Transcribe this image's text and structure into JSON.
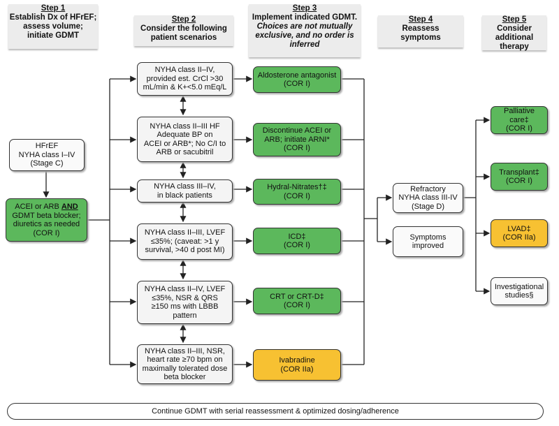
{
  "headers": {
    "step1": {
      "title": "Step 1",
      "line1": "Establish Dx of HFrEF;",
      "line2": "assess volume;",
      "line3": "initiate GDMT"
    },
    "step2": {
      "title": "Step 2",
      "line1": "Consider the following",
      "line2": "patient scenarios"
    },
    "step3": {
      "title": "Step 3",
      "line1": "Implement indicated GDMT.",
      "line2": "Choices are not mutually",
      "line3": "exclusive, and no order is",
      "line4": "inferred"
    },
    "step4": {
      "title": "Step 4",
      "line1": "Reassess",
      "line2": "symptoms"
    },
    "step5": {
      "title": "Step 5",
      "line1": "Consider",
      "line2": "additional",
      "line3": "therapy"
    }
  },
  "step1": {
    "hfref": {
      "l1": "HFrEF",
      "l2": "NYHA class I–IV",
      "l3": "(Stage C)"
    },
    "gdmt": {
      "l1a": "ACEI or ARB ",
      "l1b": "AND",
      "l2": "GDMT beta blocker;",
      "l3": "diuretics as needed",
      "l4": "(COR I)"
    }
  },
  "scenarios": [
    {
      "l1": "NYHA class II–IV,",
      "l2": "provided est. CrCl >30",
      "l3": "mL/min & K+<5.0 mEq/L",
      "l4": ""
    },
    {
      "l1": "NYHA class II–III HF",
      "l2": "Adequate BP on",
      "l3": "ACEI or ARB*; No C/I to",
      "l4": "ARB or sacubitril"
    },
    {
      "l1": "NYHA class III–IV,",
      "l2": "in black patients",
      "l3": "",
      "l4": ""
    },
    {
      "l1": "NYHA class II–III, LVEF",
      "l2": "≤35%; (caveat: >1 y",
      "l3": "survival, >40 d post MI)",
      "l4": ""
    },
    {
      "l1": "NYHA class II–IV, LVEF",
      "l2": "≤35%, NSR & QRS",
      "l3": "≥150 ms with LBBB",
      "l4": "pattern"
    },
    {
      "l1": "NYHA class II–III, NSR,",
      "l2": "heart rate ≥70 bpm on",
      "l3": "maximally tolerated dose",
      "l4": "beta blocker"
    }
  ],
  "treatments": [
    {
      "l1": "Aldosterone antagonist",
      "l2": "(COR I)",
      "l3": ""
    },
    {
      "l1": "Discontinue ACEI or",
      "l2": "ARB; initiate ARNI*",
      "l3": "(COR I)"
    },
    {
      "l1": "Hydral-Nitrates†‡",
      "l2": "(COR I)",
      "l3": ""
    },
    {
      "l1": "ICD‡",
      "l2": "(COR I)",
      "l3": ""
    },
    {
      "l1": "CRT or CRT-D‡",
      "l2": "(COR I)",
      "l3": ""
    },
    {
      "l1": "Ivabradine",
      "l2": "(COR IIa)",
      "l3": ""
    }
  ],
  "reassess": {
    "refractory": {
      "l1": "Refractory",
      "l2": "NYHA class III-IV",
      "l3": "(Stage D)"
    },
    "improved": {
      "l1": "Symptoms",
      "l2": "improved"
    }
  },
  "additional": [
    {
      "l1": "Palliative care‡",
      "l2": "(COR I)"
    },
    {
      "l1": "Transplant‡",
      "l2": "(COR I)"
    },
    {
      "l1": "LVAD‡",
      "l2": "(COR IIa)"
    },
    {
      "l1": "Investigational",
      "l2": "studies§"
    }
  ],
  "footer": "Continue GDMT with serial reassessment & optimized dosing/adherence",
  "colors": {
    "green": "#5cb85c",
    "yellow": "#f7c132",
    "line": "#222222"
  }
}
